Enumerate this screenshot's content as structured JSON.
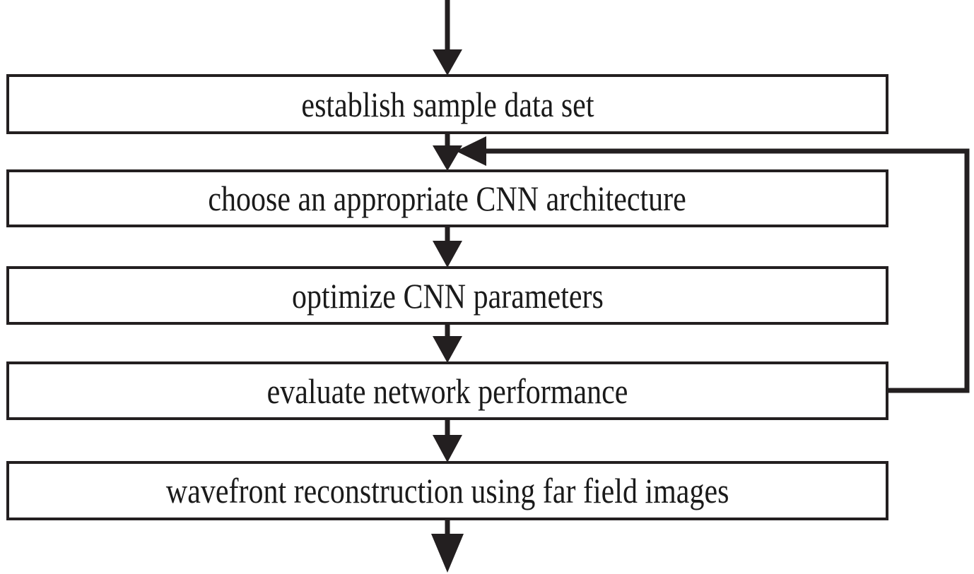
{
  "diagram": {
    "title": "CNN wavefront reconstruction workflow flowchart",
    "line_color": "#231f20",
    "text_color": "#1a1a1a",
    "background": "#ffffff",
    "nodes": [
      {
        "id": "establish-sample-data-set",
        "label": "establish sample data set"
      },
      {
        "id": "choose-cnn-architecture",
        "label": "choose an appropriate CNN architecture"
      },
      {
        "id": "optimize-cnn-parameters",
        "label": "optimize CNN parameters"
      },
      {
        "id": "evaluate-network-performance",
        "label": "evaluate network performance"
      },
      {
        "id": "wavefront-reconstruction",
        "label": "wavefront reconstruction using far field images"
      }
    ],
    "edges": [
      {
        "id": "entry-arrow",
        "from": "external-above",
        "to": "establish-sample-data-set",
        "kind": "vertical-arrow-down"
      },
      {
        "id": "edge-1-2",
        "from": "establish-sample-data-set",
        "to": "choose-cnn-architecture",
        "kind": "vertical-arrow-down"
      },
      {
        "id": "edge-2-3",
        "from": "choose-cnn-architecture",
        "to": "optimize-cnn-parameters",
        "kind": "vertical-arrow-down"
      },
      {
        "id": "edge-3-4",
        "from": "optimize-cnn-parameters",
        "to": "evaluate-network-performance",
        "kind": "vertical-arrow-down"
      },
      {
        "id": "edge-4-5",
        "from": "evaluate-network-performance",
        "to": "wavefront-reconstruction",
        "kind": "vertical-arrow-down"
      },
      {
        "id": "feedback-loop",
        "from": "evaluate-network-performance",
        "to": "choose-cnn-architecture",
        "kind": "right-up-left-arrow"
      },
      {
        "id": "exit-arrow",
        "from": "wavefront-reconstruction",
        "to": "external-below",
        "kind": "vertical-arrow-down"
      }
    ]
  }
}
